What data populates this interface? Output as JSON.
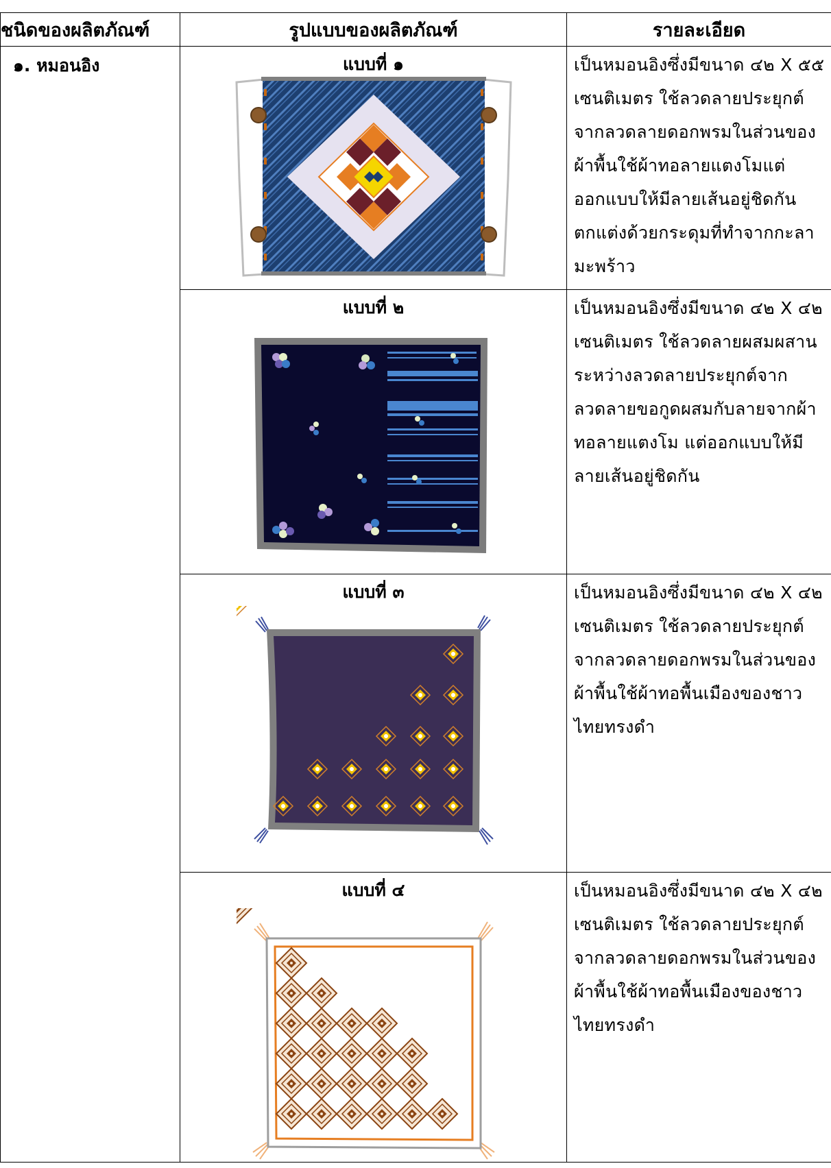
{
  "table": {
    "headers": [
      "ชนิดของผลิตภัณฑ์",
      "รูปแบบของผลิตภัณฑ์",
      "รายละเอียด"
    ],
    "product_type": "๑. หมอนอิง",
    "rows": [
      {
        "design_label": "แบบที่ ๑",
        "detail": "เป็นหมอนอิงซึ่งมีขนาด ๔๒ X ๕๕ เซนติเมตร ใช้ลวดลายประยุกต์จากลวดลายดอกพรมในส่วนของผ้าพื้นใช้ผ้าทอลายแตงโมแต่ออกแบบให้มีลายเส้นอยู่ชิดกัน ตกแต่งด้วยกระดุมที่ทำจากกะลามะพร้าว"
      },
      {
        "design_label": "แบบที่ ๒",
        "detail": "เป็นหมอนอิงซึ่งมีขนาด ๔๒ X ๔๒ เซนติเมตร ใช้ลวดลายผสมผสานระหว่างลวดลายประยุกต์จากลวดลายขอกูดผสมกับลายจากผ้าทอลายแตงโม แต่ออกแบบให้มีลายเส้นอยู่ชิดกัน"
      },
      {
        "design_label": "แบบที่ ๓",
        "detail": "เป็นหมอนอิงซึ่งมีขนาด ๔๒ X ๔๒ เซนติเมตร ใช้ลวดลายประยุกต์จากลวดลายดอกพรมในส่วนของผ้าพื้นใช้ผ้าทอพื้นเมืองของชาวไทยทรงดำ"
      },
      {
        "design_label": "แบบที่ ๔",
        "detail": "เป็นหมอนอิงซึ่งมีขนาด ๔๒ X ๔๒ เซนติเมตร ใช้ลวดลายประยุกต์จากลวดลายดอกพรมในส่วนของผ้าพื้นใช้ผ้าทอพื้นเมืองของชาวไทยทรงดำ"
      }
    ]
  }
}
